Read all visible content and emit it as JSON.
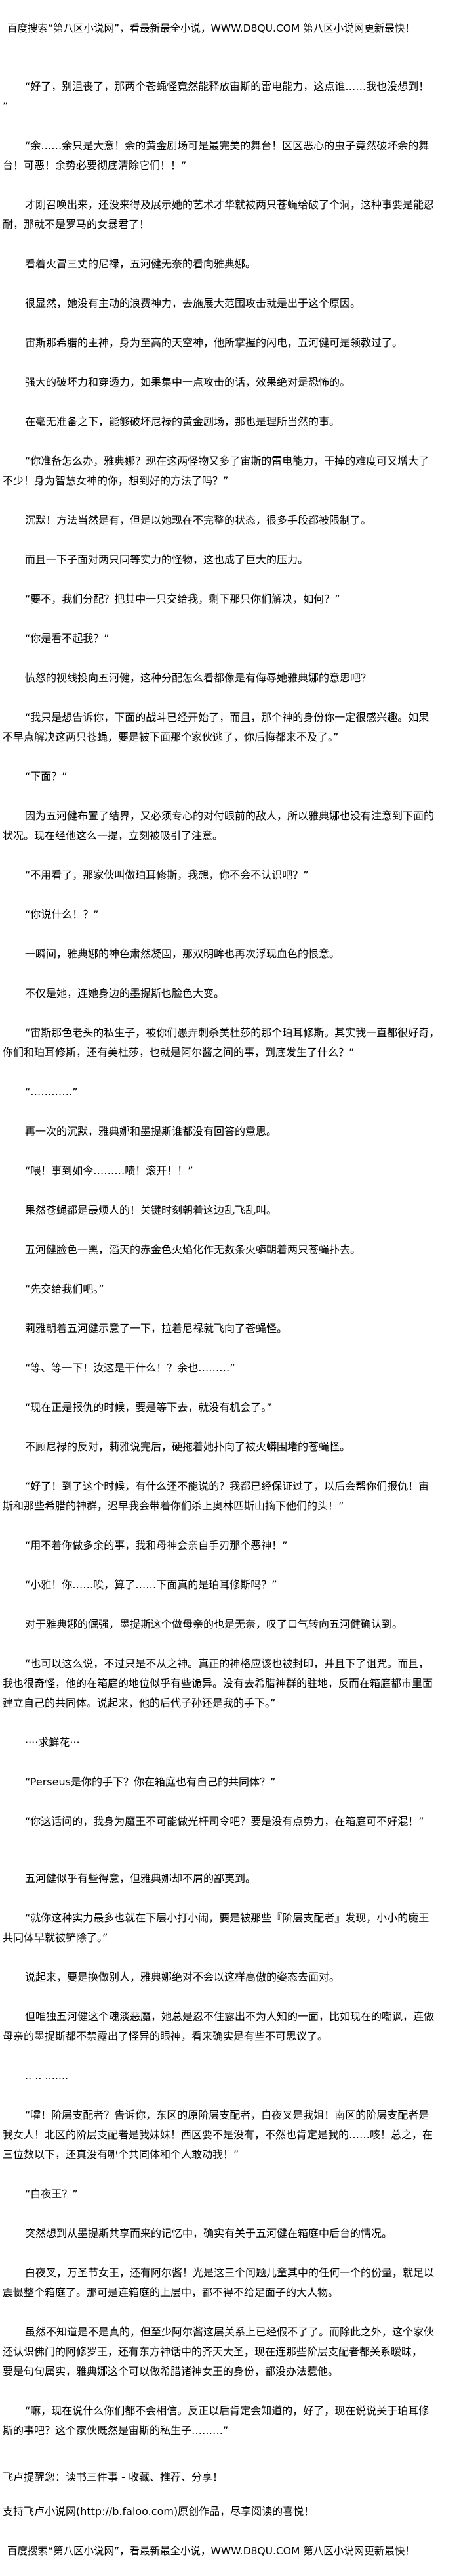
{
  "header": {
    "banner": "百度搜索“第八区小说网”，看最新最全小说，WWW.D8QU.COM  第八区小说网更新最快！"
  },
  "content": {
    "paragraphs": [
      [
        "“好了，别沮丧了，那两个苍蝇怪竟然能释放宙斯的雷电能力，这点谁……我也没想到！",
        "”"
      ],
      [
        "“余……余只是大意！余的黄金剧场可是最完美的舞台！区区恶心的虫子竟然破坏余的舞",
        "台！可恶！余势必要彻底清除它们！！”"
      ],
      [
        "才刚召唤出来，还没来得及展示她的艺术才华就被两只苍蝇给破了个洞，这种事要是能忍",
        "耐，那就不是罗马的女暴君了！"
      ],
      [
        "看着火冒三丈的尼禄，五河健无奈的看向雅典娜。"
      ],
      [
        "很显然，她没有主动的浪费神力，去施展大范围攻击就是出于这个原因。"
      ],
      [
        "宙斯那希腊的主神，身为至高的天空神，他所掌握的闪电，五河健可是领教过了。"
      ],
      [
        "强大的破坏力和穿透力，如果集中一点攻击的话，效果绝对是恐怖的。"
      ],
      [
        "在毫无准备之下，能够破坏尼禄的黄金剧场，那也是理所当然的事。"
      ],
      [
        "“你准备怎么办，雅典娜？现在这两怪物又多了宙斯的雷电能力，干掉的难度可又增大了",
        "不少！身为智慧女神的你，想到好的方法了吗？”"
      ],
      [
        "沉默！方法当然是有，但是以她现在不完整的状态，很多手段都被限制了。"
      ],
      [
        "而且一下子面对两只同等实力的怪物，这也成了巨大的压力。"
      ],
      [
        "“要不，我们分配？把其中一只交给我，剩下那只你们解决，如何？”"
      ],
      [
        "“你是看不起我？”"
      ],
      [
        "愤怒的视线投向五河健，这种分配怎么看都像是有侮辱她雅典娜的意思吧？"
      ],
      [
        "“我只是想告诉你，下面的战斗已经开始了，而且，那个神的身份你一定很感兴趣。如果",
        "不早点解决这两只苍蝇，要是被下面那个家伙逃了，你后悔都来不及了。”"
      ],
      [
        "“下面？”"
      ],
      [
        "因为五河健布置了结界，又必须专心的对付眼前的敌人，所以雅典娜也没有注意到下面的",
        "状况。现在经他这么一提，立刻被吸引了注意。"
      ],
      [
        "“不用看了，那家伙叫做珀耳修斯，我想，你不会不认识吧？”"
      ],
      [
        "“你说什么！？”"
      ],
      [
        "一瞬间，雅典娜的神色肃然凝固，那双明眸也再次浮现血色的恨意。"
      ],
      [
        "不仅是她，连她身边的墨提斯也脸色大变。"
      ],
      [
        "“宙斯那色老头的私生子，被你们愚弄刺杀美杜莎的那个珀耳修斯。其实我一直都很好奇，",
        "你们和珀耳修斯，还有美杜莎，也就是阿尔酱之间的事，到底发生了什么？”"
      ],
      [
        "“…………”"
      ],
      [
        "再一次的沉默，雅典娜和墨提斯谁都没有回答的意思。"
      ],
      [
        "“喂！事到如今………啧！滚开！！”"
      ],
      [
        "果然苍蝇都是最烦人的！关键时刻朝着这边乱飞乱叫。"
      ],
      [
        "五河健脸色一黑，滔天的赤金色火焰化作无数条火蟒朝着两只苍蝇扑去。"
      ],
      [
        "“先交给我们吧。”"
      ],
      [
        "莉雅朝着五河健示意了一下，拉着尼禄就飞向了苍蝇怪。"
      ],
      [
        "“等、等一下！汝这是干什么！？余也………”"
      ],
      [
        "“现在正是报仇的时候，要是等下去，就没有机会了。”"
      ],
      [
        "不顾尼禄的反对，莉雅说完后，硬拖着她扑向了被火蟒围堵的苍蝇怪。"
      ],
      [
        "“好了！到了这个时候，有什么还不能说的？我都已经保证过了，以后会帮你们报仇！宙",
        "斯和那些希腊的神群，迟早我会带着你们杀上奥林匹斯山摘下他们的头！”"
      ],
      [
        "“用不着你做多余的事，我和母神会亲自手刃那个恶神！”"
      ],
      [
        "“小雅！你……唉，算了……下面真的是珀耳修斯吗？”"
      ],
      [
        "对于雅典娜的倔强，墨提斯这个做母亲的也是无奈，叹了口气转向五河健确认到。"
      ],
      [
        "“也可以这么说，不过只是不从之神。真正的神格应该也被封印，并且下了诅咒。而且，",
        "我也很奇怪，他的在箱庭的地位似乎有些诡异。没有去希腊神群的驻地，反而在箱庭都市里面",
        "建立自己的共同体。说起来，他的后代子孙还是我的手下。”"
      ],
      [
        "····求鲜花···"
      ],
      [
        "“Perseus是你的手下？你在箱庭也有自己的共同体？”"
      ],
      [
        "“你这话问的，我身为魔王不可能做光杆司令吧？要是没有点势力，在箱庭可不好混！”"
      ],
      [
        "五河健似乎有些得意，但雅典娜却不屑的鄙夷到。"
      ],
      [
        "“就你这种实力最多也就在下层小打小闹，要是被那些『阶层支配者』发现，小小的魔王",
        "共同体早就被铲除了。”"
      ],
      [
        "说起来，要是换做别人，雅典娜绝对不会以这样高傲的姿态去面对。"
      ],
      [
        "但唯独五河健这个魂淡恶魔，她总是忍不住露出不为人知的一面，比如现在的嘲讽，连做",
        "母亲的墨提斯都不禁露出了怪异的眼神，看来确实是有些不可思议了。"
      ],
      [
        ".. .. ......."
      ],
      [
        "“嚯！阶层支配者？告诉你，东区的原阶层支配者，白夜叉是我姐！南区的阶层支配者是",
        "我女人！北区的阶层支配者是我妹妹！西区要不是没有，不然也肯定是我的……咳！总之，在",
        "三位数以下，还真没有哪个共同体和个人敢动我！”"
      ],
      [
        "“白夜王？”"
      ],
      [
        "突然想到从墨提斯共享而来的记忆中，确实有关于五河健在箱庭中后台的情况。"
      ],
      [
        "白夜叉，万圣节女王，还有阿尔酱！光是这三个问题儿童其中的任何一个的份量，就足以",
        "震慑整个箱庭了。那可是连箱庭的上层中，都不得不给足面子的大人物。"
      ],
      [
        "虽然不知道是不是真的，但至少阿尔酱这层关系上已经假不了了。而除此之外，这个家伙",
        "还认识佛门的阿修罗王，还有东方神话中的齐天大圣，现在连那些阶层支配者都关系暧昧，",
        "要是句句属实，雅典娜这个可以做希腊诸神女王的身份，都没办法惹他。"
      ],
      [
        "“嘛，现在说什么你们都不会相信。反正以后肯定会知道的，好了，现在说说关于珀耳修",
        "斯的事吧？这个家伙既然是宙斯的私生子………”"
      ]
    ]
  },
  "footer": {
    "reminder": "飞卢提醒您：读书三件事 - 收藏、推荐、分享！",
    "support": "支持飞卢小说网(http://b.faloo.com)原创作品，尽享阅读的喜悦！",
    "banner": "百度搜索“第八区小说网”，看最新最全小说，WWW.D8QU.COM  第八区小说网更新最快！"
  }
}
